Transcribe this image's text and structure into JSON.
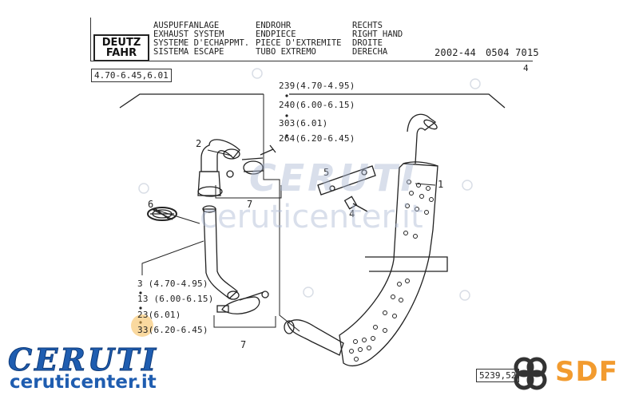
{
  "header": {
    "brand_line1": "DEUTZ",
    "brand_line2": "FAHR",
    "col1": [
      "AUSPUFFANLAGE",
      "EXHAUST SYSTEM",
      "SYSTEME D'ECHAPPMT.",
      "SISTEMA ESCAPE"
    ],
    "col2": [
      "ENDROHR",
      "ENDPIECE",
      "PIECE D'EXTREMITE",
      "TUBO EXTREMO"
    ],
    "col3": [
      "RECHTS",
      "RIGHT HAND",
      "DROITE",
      "DERECHA"
    ],
    "date": "2002-44",
    "code": "0504 7015",
    "page_number": "4"
  },
  "models_box": "4.70-6.45,6.01",
  "ref_box": "5239,52",
  "part_labels": {
    "p1": "1",
    "p2": "2",
    "p4": "4",
    "p5": "5",
    "p6": "6",
    "p7a": "7",
    "p7b": "7"
  },
  "upper_list": [
    "239(4.70-4.95)",
    "240(6.00-6.15)",
    "303(6.01)",
    "264(6.20-6.45)"
  ],
  "lower_list": [
    "3 (4.70-4.95)",
    "13 (6.00-6.15)",
    "23(6.01)",
    "33(6.20-6.45)"
  ],
  "watermarks": {
    "brand": "CERUTI",
    "site": "ceruticenter.it"
  },
  "branding": {
    "ceruti": "CERUTI",
    "ceruti_site": "ceruticenter.it",
    "sdf": "SDF"
  },
  "colors": {
    "ceruti_blue": "#1f5db0",
    "sdf_orange": "#f29b2f",
    "highlight": "#f5b950"
  }
}
